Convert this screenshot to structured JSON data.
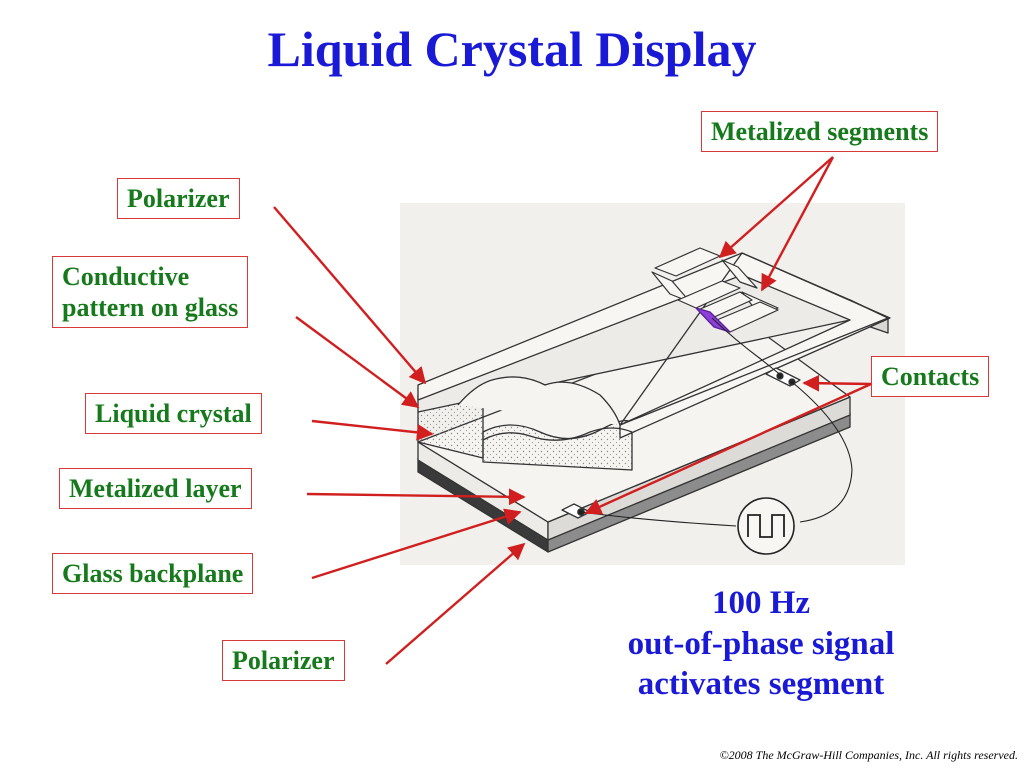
{
  "title": "Liquid Crystal Display",
  "labels": {
    "metalized_segments": "Metalized segments",
    "polarizer_top": "Polarizer",
    "conductive_line1": "Conductive",
    "conductive_line2": "pattern on glass",
    "liquid_crystal": "Liquid crystal",
    "metalized_layer": "Metalized layer",
    "glass_backplane": "Glass backplane",
    "polarizer_bottom": "Polarizer",
    "contacts": "Contacts"
  },
  "caption": {
    "line1": "100 Hz",
    "line2": "out-of-phase signal",
    "line3": "activates segment"
  },
  "copyright": "©2008 The McGraw-Hill Companies, Inc. All rights reserved.",
  "colors": {
    "title": "#1a1ad6",
    "label_text": "#167a1c",
    "arrow": "#d11f1f",
    "active_segment": "#8b3fd6"
  }
}
